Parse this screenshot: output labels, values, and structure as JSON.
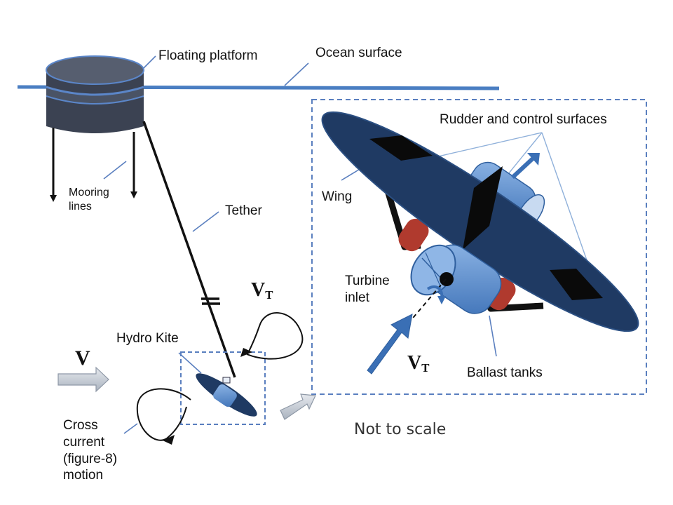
{
  "labels": {
    "floating_platform": "Floating platform",
    "ocean_surface": "Ocean surface",
    "rudder": "Rudder and control surfaces",
    "mooring_line1": "Mooring",
    "mooring_line2": "lines",
    "tether": "Tether",
    "wing": "Wing",
    "turbine_line1": "Turbine",
    "turbine_line2": "inlet",
    "hydro_kite": "Hydro Kite",
    "ballast": "Ballast tanks",
    "cross_line1": "Cross",
    "cross_line2": "current",
    "cross_line3": "(figure-8)",
    "cross_line4": "motion",
    "not_to_scale": "Not to scale",
    "v_flow": "V",
    "vt_upper_main": "V",
    "vt_upper_sub": "T",
    "vt_lower_main": "V",
    "vt_lower_sub": "T"
  },
  "colors": {
    "ocean_line": "#4a7ec2",
    "platform_top": "#3a4150",
    "platform_band": "#5b86c9",
    "wing": "#1f3a63",
    "body": "#5b8fd1",
    "ballast": "#b03a2e",
    "dashed_box": "#5a7fbf",
    "arrow_blue": "#3a6fb5",
    "arrow_gray": "#b8c0cc"
  }
}
